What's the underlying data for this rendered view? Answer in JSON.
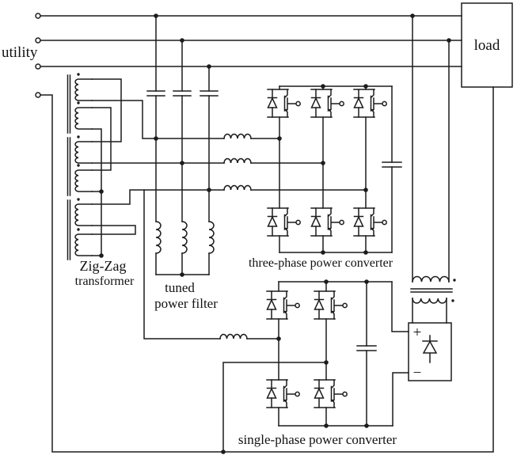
{
  "diagram": {
    "title_context": "power conditioning circuit schematic",
    "labels": {
      "utility": "utility",
      "load": "load",
      "zigzag_line1": "Zig-Zag",
      "zigzag_line2": "transformer",
      "filter_line1": "tuned",
      "filter_line2": "power filter",
      "three_phase_converter": "three-phase power converter",
      "single_phase_converter": "single-phase power converter",
      "rectifier_plus": "+",
      "rectifier_minus": "−"
    },
    "colors": {
      "wire": "#1c1c1c",
      "background": "#ffffff"
    },
    "components": {
      "utility_phase_lines": 3,
      "utility_terminals": 4,
      "zigzag_windings": 6,
      "filter_capacitors": 3,
      "filter_inductors": 3,
      "phase_inductors": 3,
      "three_phase_igbt_cells": 6,
      "single_phase_igbt_cells": 4,
      "dc_link_capacitors": 2,
      "isolation_transformer_windings": 2,
      "rectifier_diodes": 1
    }
  }
}
